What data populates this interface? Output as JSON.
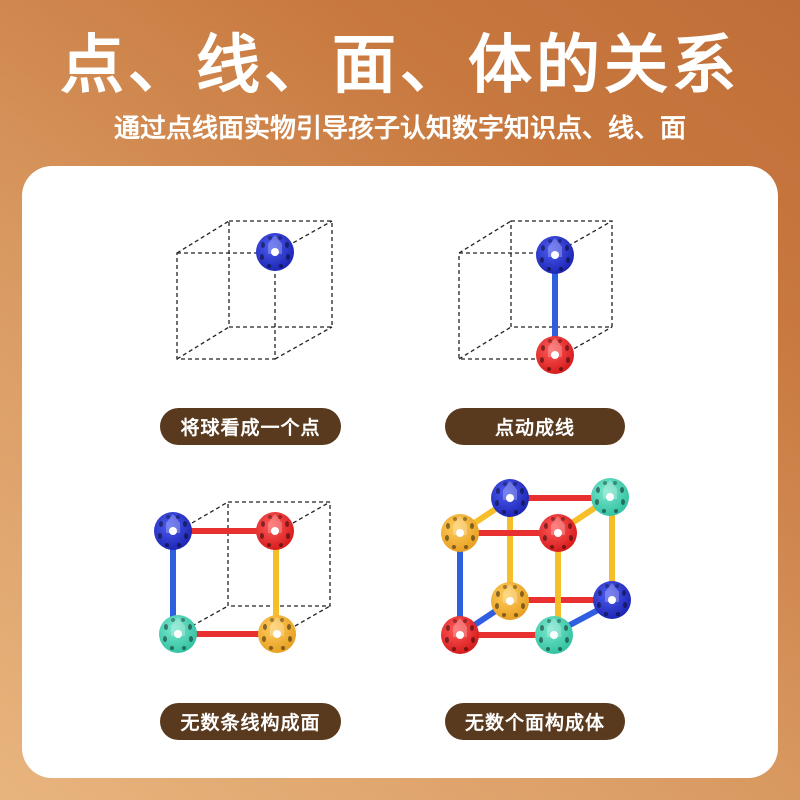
{
  "header": {
    "title": "点、线、面、体的关系",
    "subtitle": "通过点线面实物引导孩子认知数字知识点、线、面"
  },
  "colors": {
    "background_light": "#e8b47e",
    "background_dark": "#c06e38",
    "card": "#ffffff",
    "pill": "#5a3a1e",
    "ball_blue": "#2233cc",
    "ball_red": "#e82828",
    "ball_teal": "#48d3b4",
    "ball_orange": "#f3b137",
    "rod_blue": "#2f5ee0",
    "rod_red": "#e83030",
    "rod_yellow": "#f6bf2a"
  },
  "panels": [
    {
      "label": "将球看成一个点",
      "illustration": "single-blue-ball-on-dashed-cube"
    },
    {
      "label": "点动成线",
      "illustration": "blue-and-red-balls-joined-by-rod"
    },
    {
      "label": "无数条线构成面",
      "illustration": "four-balls-forming-square-face"
    },
    {
      "label": "无数个面构成体",
      "illustration": "eight-balls-forming-cube"
    }
  ]
}
